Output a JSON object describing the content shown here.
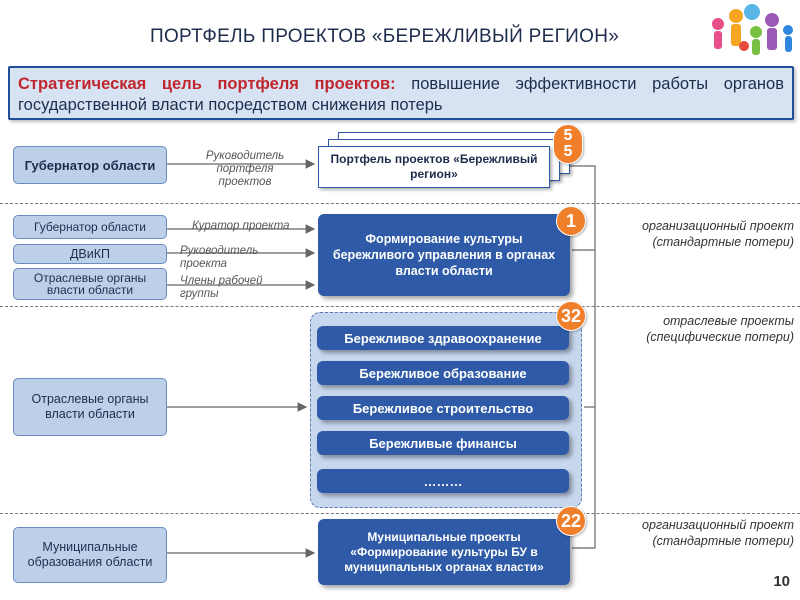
{
  "title": "ПОРТФЕЛЬ ПРОЕКТОВ «БЕРЕЖЛИВЫЙ РЕГИОН»",
  "goal": {
    "lead": "Стратегическая цель портфеля проектов:",
    "text": " повышение эффективности работы органов государственной власти посредством снижения потерь"
  },
  "left": {
    "governor_main": "Губернатор области",
    "governor": "Губернатор области",
    "dvikp": "ДВиКП",
    "branch_bodies": "Отраслевые органы власти области",
    "branch_bodies_2": "Отраслевые органы власти области",
    "municipal": "Муниципальные образования области"
  },
  "roles": {
    "portfolio_head": "Руководитель портфеля проектов",
    "curator": "Куратор проекта",
    "project_head": "Руководитель проекта",
    "working_group": "Члены рабочей группы"
  },
  "center": {
    "portfolio": "Портфель проектов «Бережливый регион»",
    "culture": "Формирование культуры бережливого управления в органах власти области",
    "sector_items": [
      "Бережливое здравоохранение",
      "Бережливое образование",
      "Бережливое строительство",
      "Бережливые финансы",
      "………"
    ],
    "municipal_projects": "Муниципальные проекты «Формирование культуры БУ в муниципальных органах власти»"
  },
  "badges": {
    "portfolio": "55",
    "culture": "1",
    "sector": "32",
    "municipal": "22"
  },
  "right_notes": {
    "org_project": "организационный проект (стандартные потери)",
    "sector_projects": "отраслевые проекты (специфические потери)",
    "org_project_2": "организационный проект (стандартные потери)"
  },
  "colors": {
    "accent_blue": "#2e5aa7",
    "badge_orange": "#ef7f2b",
    "goal_red": "#c0272d",
    "light_box": "#bcd0ea"
  },
  "logo_icon": "people-figures-logo",
  "page_number": "10"
}
